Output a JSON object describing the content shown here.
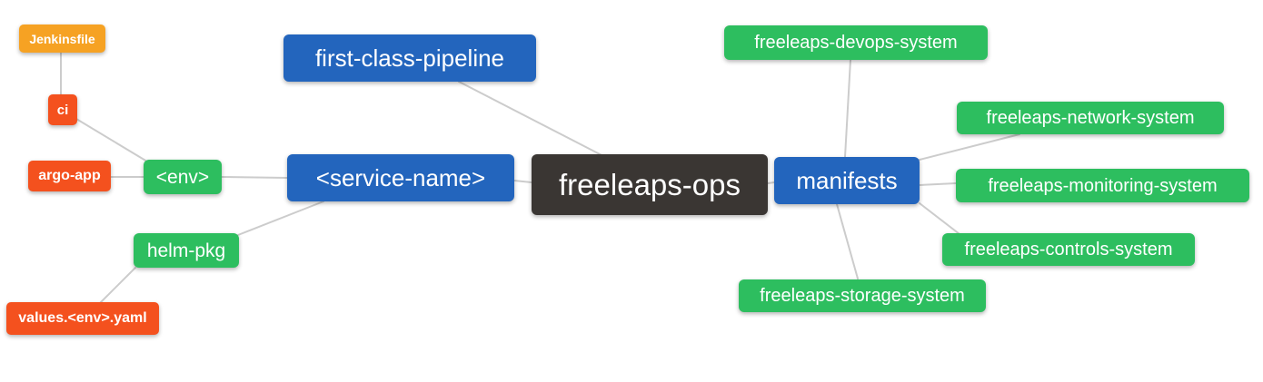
{
  "diagram": {
    "title": "freeleaps-ops repository mindmap",
    "palette": {
      "blue": "#2365bd",
      "green": "#2dbe5f",
      "red": "#f4511e",
      "orange": "#f6a223",
      "dark": "#3a3633",
      "link": "#cccccc"
    },
    "nodes": {
      "root": {
        "label": "freeleaps-ops",
        "color": "dark"
      },
      "first_class_pipeline": {
        "label": "first-class-pipeline",
        "color": "blue"
      },
      "service_name": {
        "label": "<service-name>",
        "color": "blue"
      },
      "manifests": {
        "label": "manifests",
        "color": "blue"
      },
      "env": {
        "label": "<env>",
        "color": "green"
      },
      "helm_pkg": {
        "label": "helm-pkg",
        "color": "green"
      },
      "jenkinsfile": {
        "label": "Jenkinsfile",
        "color": "orange"
      },
      "ci": {
        "label": "ci",
        "color": "red"
      },
      "argo_app": {
        "label": "argo-app",
        "color": "red"
      },
      "values_env_yaml": {
        "label": "values.<env>.yaml",
        "color": "red"
      },
      "devops_system": {
        "label": "freeleaps-devops-system",
        "color": "green"
      },
      "network_system": {
        "label": "freeleaps-network-system",
        "color": "green"
      },
      "monitoring_system": {
        "label": "freeleaps-monitoring-system",
        "color": "green"
      },
      "controls_system": {
        "label": "freeleaps-controls-system",
        "color": "green"
      },
      "storage_system": {
        "label": "freeleaps-storage-system",
        "color": "green"
      }
    },
    "edges": [
      {
        "from": "jenkinsfile",
        "to": "ci"
      },
      {
        "from": "ci",
        "to": "env"
      },
      {
        "from": "argo_app",
        "to": "env"
      },
      {
        "from": "env",
        "to": "service_name"
      },
      {
        "from": "helm_pkg",
        "to": "service_name"
      },
      {
        "from": "values_env_yaml",
        "to": "helm_pkg"
      },
      {
        "from": "first_class_pipeline",
        "to": "root"
      },
      {
        "from": "service_name",
        "to": "root"
      },
      {
        "from": "root",
        "to": "manifests"
      },
      {
        "from": "manifests",
        "to": "devops_system"
      },
      {
        "from": "manifests",
        "to": "network_system"
      },
      {
        "from": "manifests",
        "to": "monitoring_system"
      },
      {
        "from": "manifests",
        "to": "controls_system"
      },
      {
        "from": "manifests",
        "to": "storage_system"
      }
    ]
  }
}
